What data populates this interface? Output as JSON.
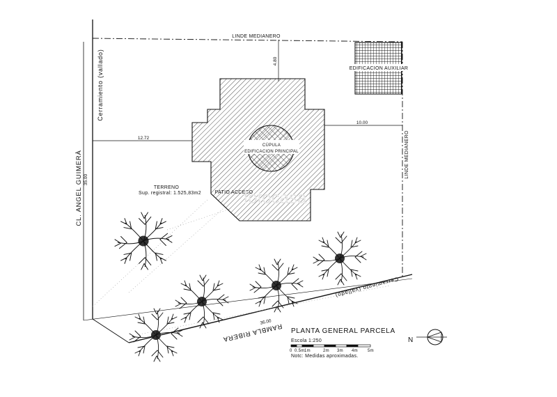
{
  "plan": {
    "title": "PLANTA GENERAL PARCELA",
    "scale_label": "Escola 1:250",
    "scale_ticks": [
      "0",
      "0.5m",
      "1m",
      "2m",
      "3m",
      "4m",
      "5m"
    ],
    "note": "Notc: Medidas aproximadas.",
    "north_label": "N",
    "watermark": "fotocasa"
  },
  "labels": {
    "linde_top": "LINDE MEDIANERO",
    "linde_right": "LINDE MEDIANERO",
    "edificacion_auxiliar": "EDIFICACION AUXILIAR",
    "cupula": "CÚPULA",
    "edificacion_principal": "EDIFICACION PRINCIPAL",
    "patio": "PATIO ACCESO",
    "terreno_title": "TERRENO",
    "terreno_sup": "Sup. registral: 1.525,83m2",
    "cerramiento_left": "Cerramiento (vallado)",
    "cerramiento_bottom": "Cerramiento (vallado)",
    "street_left": "CL. ANGEL GUIMERÀ",
    "street_bottom": "RAMBLA RIBERA"
  },
  "dimensions": {
    "top": "4.80",
    "left": "12.72",
    "right": "10.00",
    "side": "35.00",
    "bottom": "36.00"
  }
}
